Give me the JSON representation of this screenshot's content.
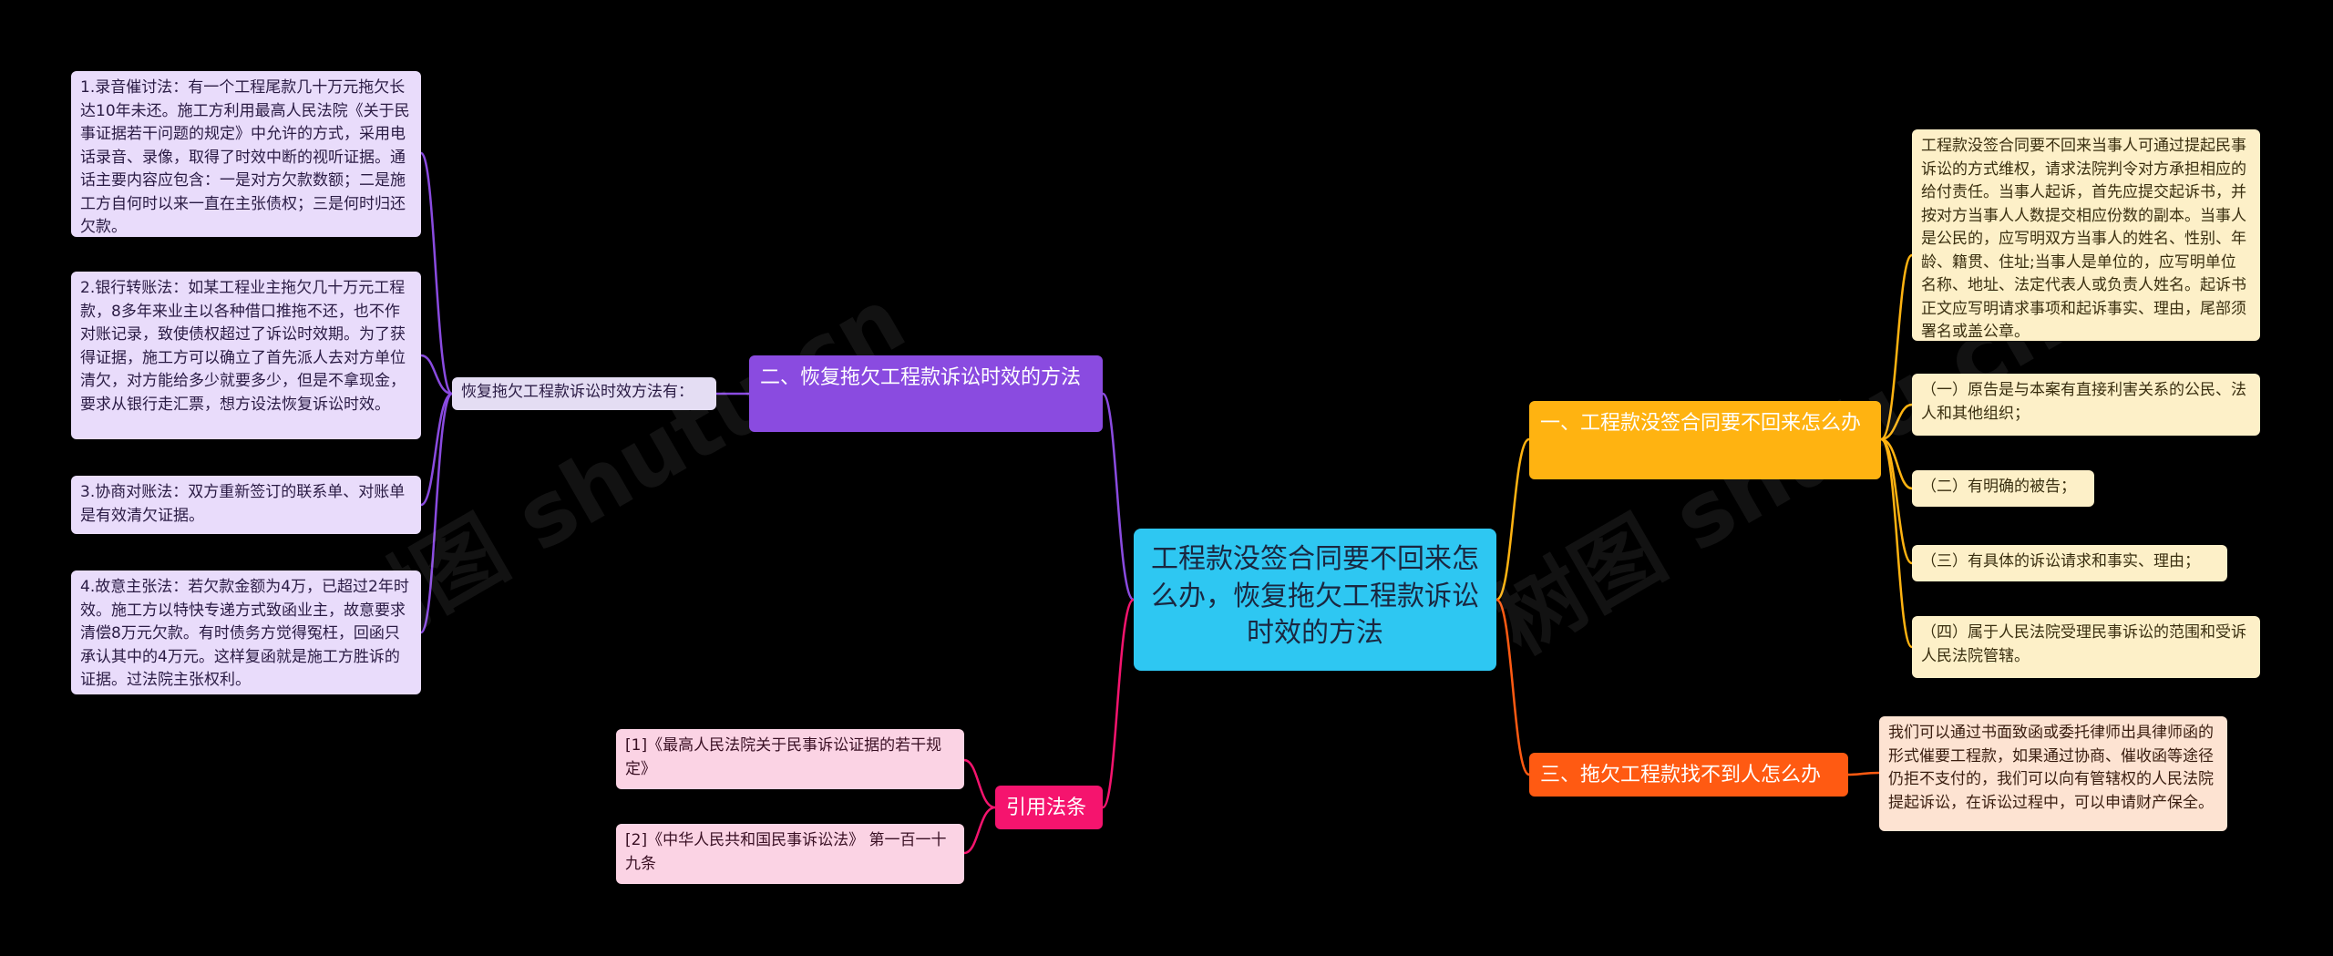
{
  "root": {
    "title": "工程款没签合同要不回来怎么办，恢复拖欠工程款诉讼时效的方法"
  },
  "branch1": {
    "title": "一、工程款没签合同要不回来怎么办",
    "items": [
      "工程款没签合同要不回来当事人可通过提起民事诉讼的方式维权，请求法院判令对方承担相应的给付责任。当事人起诉，首先应提交起诉书，并按对方当事人人数提交相应份数的副本。当事人是公民的，应写明双方当事人的姓名、性别、年龄、籍贯、住址;当事人是单位的，应写明单位名称、地址、法定代表人或负责人姓名。起诉书正文应写明请求事项和起诉事实、理由，尾部须署名或盖公章。",
      "（一）原告是与本案有直接利害关系的公民、法人和其他组织；",
      "（二）有明确的被告；",
      "（三）有具体的诉讼请求和事实、理由；",
      "（四）属于人民法院受理民事诉讼的范围和受诉人民法院管辖。"
    ]
  },
  "branch2": {
    "title": "二、恢复拖欠工程款诉讼时效的方法",
    "mid": "恢复拖欠工程款诉讼时效方法有：",
    "items": [
      "1.录音催讨法：有一个工程尾款几十万元拖欠长达10年未还。施工方利用最高人民法院《关于民事证据若干问题的规定》中允许的方式，采用电话录音、录像，取得了时效中断的视听证据。通话主要内容应包含：一是对方欠款数额；二是施工方自何时以来一直在主张债权；三是何时归还欠款。",
      "2.银行转账法：如某工程业主拖欠几十万元工程款，8多年来业主以各种借口推拖不还，也不作对账记录，致使债权超过了诉讼时效期。为了获得证据，施工方可以确立了首先派人去对方单位清欠，对方能给多少就要多少，但是不拿现金，要求从银行走汇票，想方设法恢复诉讼时效。",
      "3.协商对账法：双方重新签订的联系单、对账单是有效清欠证据。",
      "4.故意主张法：若欠款金额为4万，已超过2年时效。施工方以特快专递方式致函业主，故意要求清偿8万元欠款。有时债务方觉得冤枉，回函只承认其中的4万元。这样复函就是施工方胜诉的证据。过法院主张权利。"
    ]
  },
  "branch3": {
    "title": "三、拖欠工程款找不到人怎么办",
    "items": [
      "我们可以通过书面致函或委托律师出具律师函的形式催要工程款，如果通过协商、催收函等途径仍拒不支付的，我们可以向有管辖权的人民法院提起诉讼，在诉讼过程中，可以申请财产保全。"
    ]
  },
  "branch4": {
    "title": "引用法条",
    "items": [
      "[1]《最高人民法院关于民事诉讼证据的若干规定》",
      "[2]《中华人民共和国民事诉讼法》 第一百一十九条"
    ]
  },
  "watermark": "树图 shutu.cn",
  "colors": {
    "background": "#000000",
    "root": "#2ec7f2",
    "branch1": "#ffb311",
    "branch2": "#8a4be0",
    "branch3": "#ff5a12",
    "branch4": "#f5146e"
  }
}
